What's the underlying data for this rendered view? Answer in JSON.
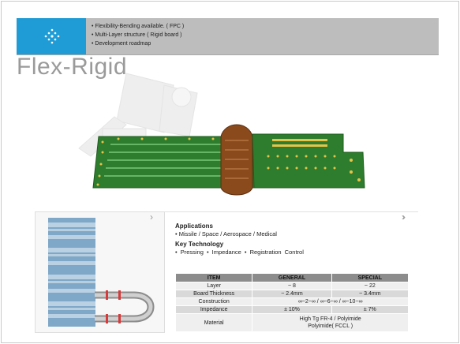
{
  "header": {
    "bullets": [
      "Flexibility-Bending available. ( FPC )",
      "Multi-Layer structure ( Rigid board )",
      "Development roadmap"
    ]
  },
  "title": "Flex-Rigid",
  "colors": {
    "accent": "#1f9cd6",
    "header_gray": "#bdbdbd",
    "pcb_green": "#2e7d2e",
    "flex_copper": "#8a4a1c"
  },
  "nav": {
    "prev_icon": "chevron-right-icon",
    "next_icon": "double-chevron-right-icon"
  },
  "applications": {
    "heading": "Applications",
    "text": "• Missile / Space / Aerospace / Medical"
  },
  "technology": {
    "heading": "Key Technology",
    "text": "• Pressing  • Impedance  • Registration Control"
  },
  "table": {
    "headers": [
      "ITEM",
      "GENERAL",
      "SPECIAL"
    ],
    "rows": [
      [
        "Layer",
        "~ 8",
        "~ 22"
      ],
      [
        "Board Thickness",
        "~ 2.4mm",
        "~ 3.4mm"
      ],
      [
        "Construction",
        "∞~2~∞ / ∞~6~∞ / ∞~10~∞",
        ""
      ],
      [
        "Impedance",
        "± 10%",
        "± 7%"
      ],
      [
        "Material",
        "High Tg FR-4 / Polyimide\nPolyimide( FCCL )",
        ""
      ]
    ]
  }
}
